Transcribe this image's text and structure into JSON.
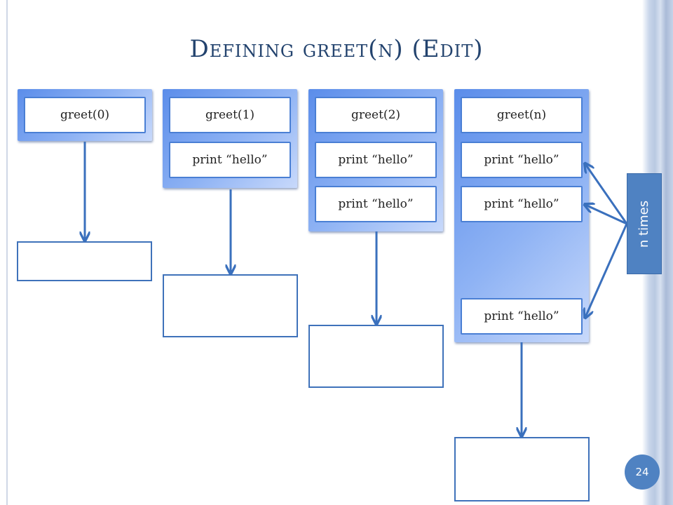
{
  "slide": {
    "title": "Defining greet(n) (Edit)",
    "page_number": "24",
    "side_label": "n times"
  },
  "columns": [
    {
      "header": "greet(0)",
      "prints": []
    },
    {
      "header": "greet(1)",
      "prints": [
        "print “hello”"
      ]
    },
    {
      "header": "greet(2)",
      "prints": [
        "print “hello”",
        "print “hello”"
      ]
    },
    {
      "header": "greet(n)",
      "prints": [
        "print “hello”",
        "print “hello”",
        "print “hello”"
      ]
    }
  ],
  "colors": {
    "title": "#23436e",
    "arrow": "#3a70bd",
    "cell_border": "#4a7fd4",
    "label_box": "#4f82c2"
  }
}
